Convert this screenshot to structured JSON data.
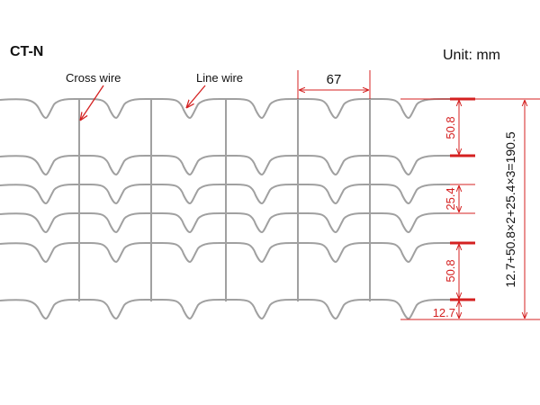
{
  "title": "CT-N",
  "unit_label": "Unit: mm",
  "labels": {
    "cross_wire": "Cross wire",
    "line_wire": "Line wire"
  },
  "dimensions": {
    "pitch": "67",
    "spacing_top": "50.8",
    "spacing_mid": "25.4",
    "spacing_bottom": "50.8",
    "edge": "12.7",
    "total": "12.7+50.8×2+25.4×3=190.5"
  },
  "colors": {
    "wire": "#a0a0a0",
    "dimension": "#d42020",
    "text": "#111111"
  }
}
